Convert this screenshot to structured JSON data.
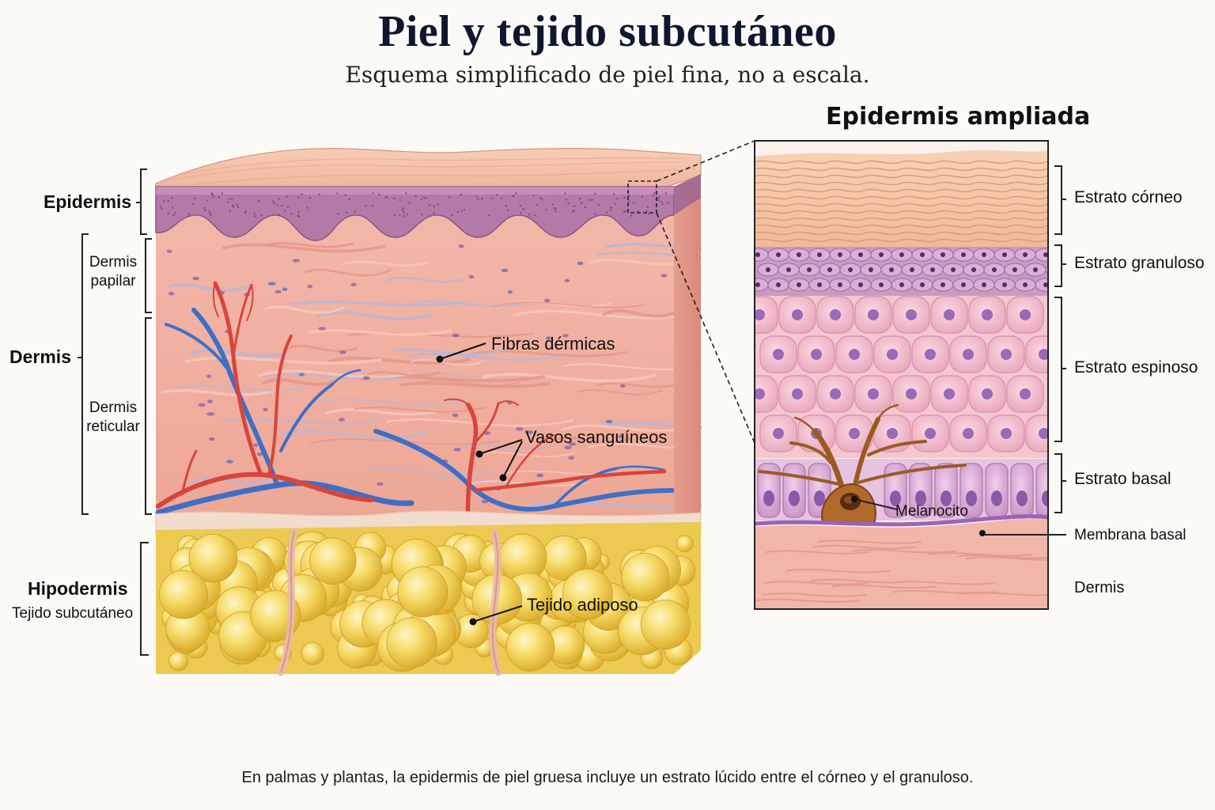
{
  "title": "Piel y tejido subcutáneo",
  "subtitle": "Esquema simplificado de piel fina, no a escala.",
  "left_labels": {
    "epidermis": "Epidermis",
    "dermis": "Dermis",
    "dermis_papilar_1": "Dermis",
    "dermis_papilar_2": "papilar",
    "dermis_reticular_1": "Dermis",
    "dermis_reticular_2": "reticular",
    "hipodermis": "Hipodermis",
    "tejido_subcutaneo": "Tejido subcutáneo"
  },
  "callouts": {
    "fibras": "Fibras dérmicas",
    "vasos": "Vasos sanguíneos",
    "adiposo": "Tejido adiposo"
  },
  "zoom": {
    "title": "Epidermis ampliada",
    "layers": {
      "corneo": "Estrato córneo",
      "granuloso": "Estrato granuloso",
      "espinoso": "Estrato espinoso",
      "basal": "Estrato basal",
      "membrana": "Membrana basal",
      "dermis": "Dermis"
    },
    "melanocito": "Melanocito"
  },
  "footnote": "En palmas y plantas, la epidermis de piel gruesa incluye un estrato lúcido entre el córneo y el granuloso.",
  "colors": {
    "dermis": "#f2b3a6",
    "epidermis": "#b07aa6",
    "fat": "#f3d255",
    "artery": "#d9443c",
    "vein": "#3f6fc4"
  }
}
